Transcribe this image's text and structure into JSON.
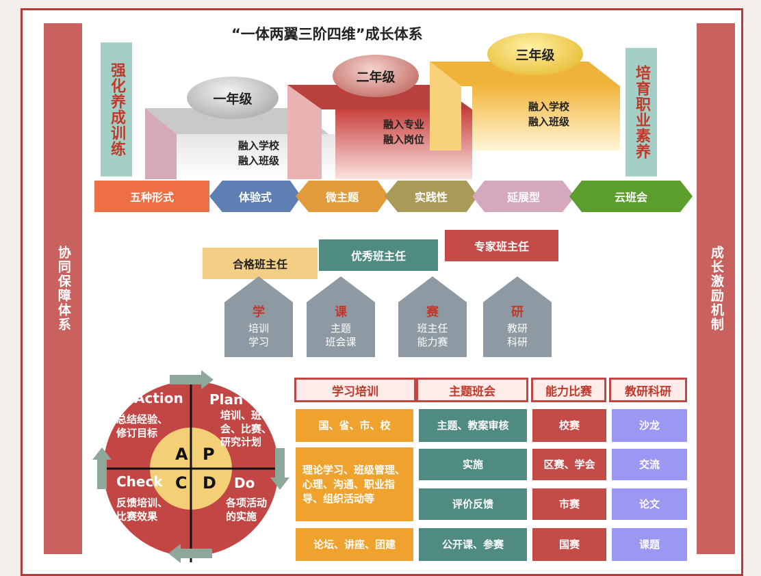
{
  "title": "“一体两翼三阶四维”成长体系",
  "side_left": "协同保障体系",
  "side_right": "成长激励机制",
  "wing_left": "强化养成训练",
  "wing_right": "培育职业素养",
  "grades": [
    {
      "label": "一年级",
      "text1": "融入学校",
      "text2": "融入班级"
    },
    {
      "label": "二年级",
      "text1": "融入专业",
      "text2": "融入岗位"
    },
    {
      "label": "三年级",
      "text1": "融入学校",
      "text2": "融入班级"
    }
  ],
  "forms": [
    "五种形式",
    "体验式",
    "微主题",
    "实践性",
    "延展型",
    "云班会"
  ],
  "teacher_levels": [
    "合格班主任",
    "优秀班主任",
    "专家班主任"
  ],
  "dimensions": [
    {
      "key": "学",
      "line1": "培训",
      "line2": "学习"
    },
    {
      "key": "课",
      "line1": "主题",
      "line2": "班会课"
    },
    {
      "key": "赛",
      "line1": "班主任",
      "line2": "能力赛"
    },
    {
      "key": "研",
      "line1": "教研",
      "line2": "科研"
    }
  ],
  "pdca": {
    "action": "Action",
    "plan": "Plan",
    "check": "Check",
    "do": "Do",
    "a": "A",
    "p": "P",
    "c": "C",
    "d": "D",
    "action_text1": "总结经验、",
    "action_text2": "修订目标",
    "plan_text1": "培训、班",
    "plan_text2": "会、比赛、",
    "plan_text3": "研究计划",
    "check_text1": "反馈培训、",
    "check_text2": "比赛效果",
    "do_text1": "各项活动",
    "do_text2": "的实施"
  },
  "table": {
    "headers": [
      "学习培训",
      "主题班会",
      "能力比赛",
      "教研科研"
    ],
    "col1": [
      "国、省、市、校",
      "理论学习、班级管理、心理、沟通、职业指导、组织活动等",
      "论坛、讲座、团建"
    ],
    "col2": [
      "主题、教案审核",
      "实施",
      "评价反馈",
      "公开课、参赛"
    ],
    "col3": [
      "校赛",
      "区赛、学会",
      "市赛",
      "国赛"
    ],
    "col4": [
      "沙龙",
      "交流",
      "论文",
      "课题"
    ]
  }
}
